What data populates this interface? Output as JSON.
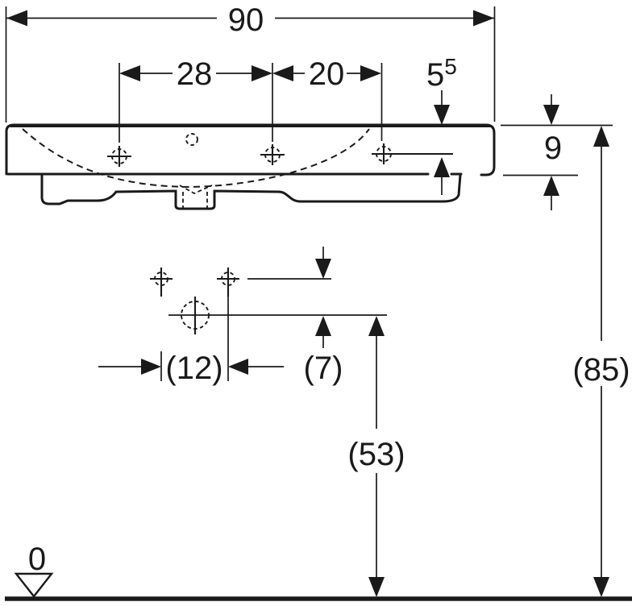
{
  "drawing": {
    "kind": "washbasin-dimension-drawing",
    "ink_color": "#1a1a1a",
    "paper_color": "#ffffff",
    "dimensions": {
      "overall_width": "90",
      "tap_hole_pitch_left": "28",
      "tap_hole_pitch_right": "20",
      "tap_hole_setback_main": "5",
      "tap_hole_setback_sup": "5",
      "rim_thickness": "9",
      "fixing_hole_pitch": "(12)",
      "fixing_to_outlet_offset": "(7)",
      "outlet_height": "(53)",
      "rim_height": "(85)",
      "floor_datum": "0"
    }
  }
}
